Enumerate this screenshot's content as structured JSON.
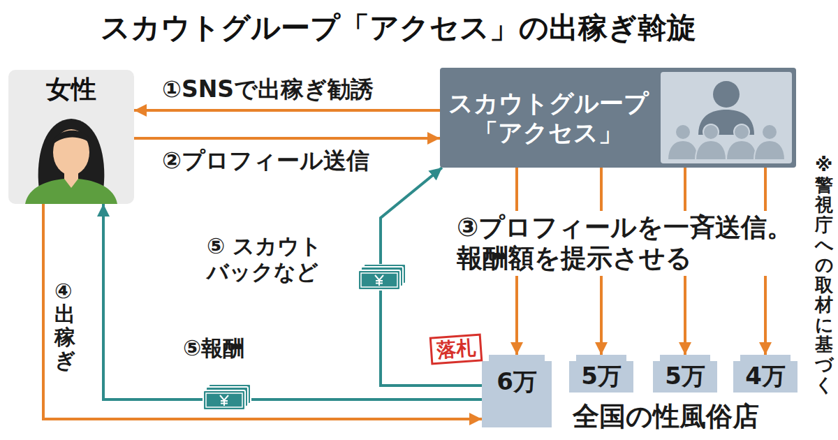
{
  "diagram": {
    "title": "スカウトグループ「アクセス」の出稼ぎ斡旋",
    "nodes": [
      {
        "text": [
          "女性"
        ]
      },
      {
        "text": [
          "スカウトグループ 「アクセス」"
        ]
      },
      {
        "text": [
          "6万"
        ]
      },
      {
        "text": [
          "5万"
        ]
      },
      {
        "text": [
          "5万"
        ]
      },
      {
        "text": [
          "4万"
        ]
      }
    ],
    "edges": [
      {
        "from": 1,
        "to": 0,
        "arrow": "to",
        "label": "①SNSで出稼ぎ勧誘"
      },
      {
        "from": 0,
        "to": 1,
        "arrow": "to",
        "label": "②プロフィール送信"
      },
      {
        "from": 1,
        "to": 2,
        "arrow": "to",
        "label": "③プロフィールを一斉送信。 報酬額を提示させる"
      },
      {
        "from": 1,
        "to": 3,
        "arrow": "to"
      },
      {
        "from": 1,
        "to": 4,
        "arrow": "to"
      },
      {
        "from": 1,
        "to": 5,
        "arrow": "to"
      },
      {
        "from": 0,
        "to": 2,
        "arrow": "to",
        "label": "④出稼ぎ"
      },
      {
        "from": 2,
        "to": 0,
        "arrow": "to",
        "label": "⑤報酬"
      },
      {
        "from": 2,
        "to": 1,
        "arrow": "to",
        "label": "⑤ スカウト バックなど"
      }
    ],
    "labels": [
      "落札",
      "全国の性風俗店",
      "※警視庁への取材に基づく"
    ]
  }
}
